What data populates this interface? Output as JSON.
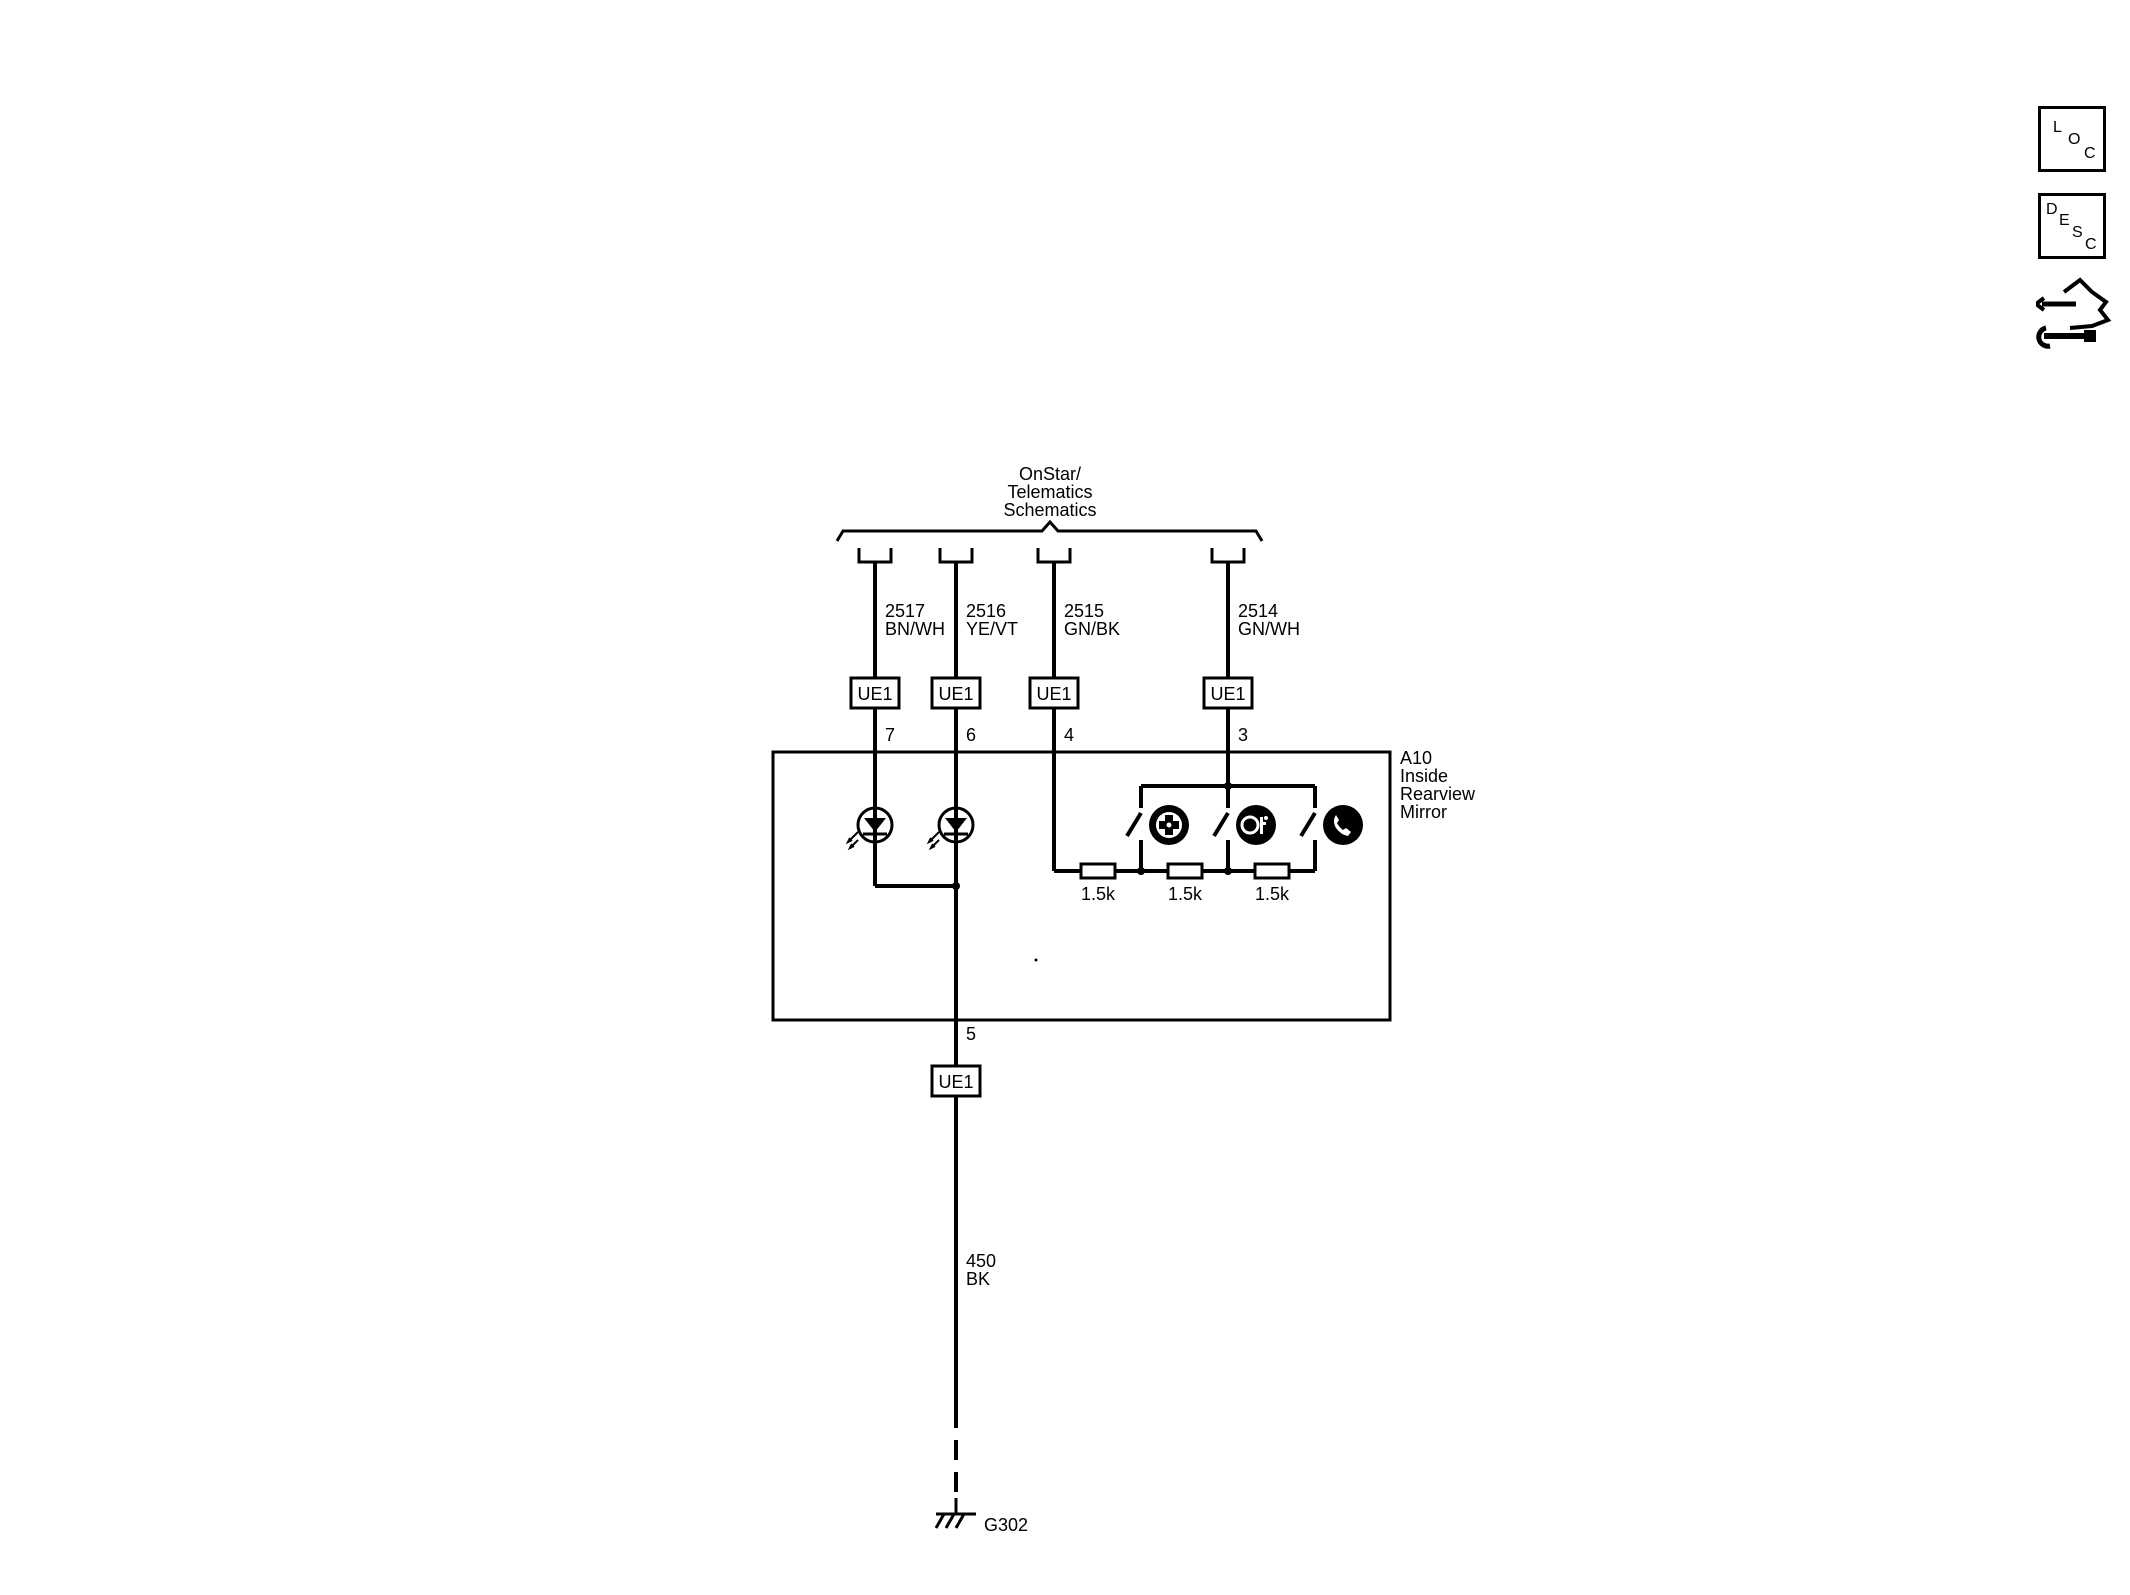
{
  "sidebar": {
    "loc_letters": [
      "L",
      "O",
      "C"
    ],
    "desc_letters": [
      "D",
      "E",
      "S",
      "C"
    ],
    "nav_icon": "connector-wrench-icon"
  },
  "diagram": {
    "source": {
      "line1": "OnStar/",
      "line2": "Telematics",
      "line3": "Schematics"
    },
    "wires": [
      {
        "circuit": "2517",
        "color": "BN/WH",
        "connector": "UE1",
        "pin": "7"
      },
      {
        "circuit": "2516",
        "color": "YE/VT",
        "connector": "UE1",
        "pin": "6"
      },
      {
        "circuit": "2515",
        "color": "GN/BK",
        "connector": "UE1",
        "pin": "4"
      },
      {
        "circuit": "2514",
        "color": "GN/WH",
        "connector": "UE1",
        "pin": "3"
      }
    ],
    "component": {
      "ref": "A10",
      "name_line1": "Inside",
      "name_line2": "Rearview",
      "name_line3": "Mirror"
    },
    "resistors": [
      "1.5k",
      "1.5k",
      "1.5k"
    ],
    "buttons": [
      "emergency-button-icon",
      "onstar-button-icon",
      "phone-button-icon"
    ],
    "ground_wire": {
      "pin": "5",
      "connector": "UE1",
      "circuit": "450",
      "color": "BK"
    },
    "ground": "G302"
  }
}
